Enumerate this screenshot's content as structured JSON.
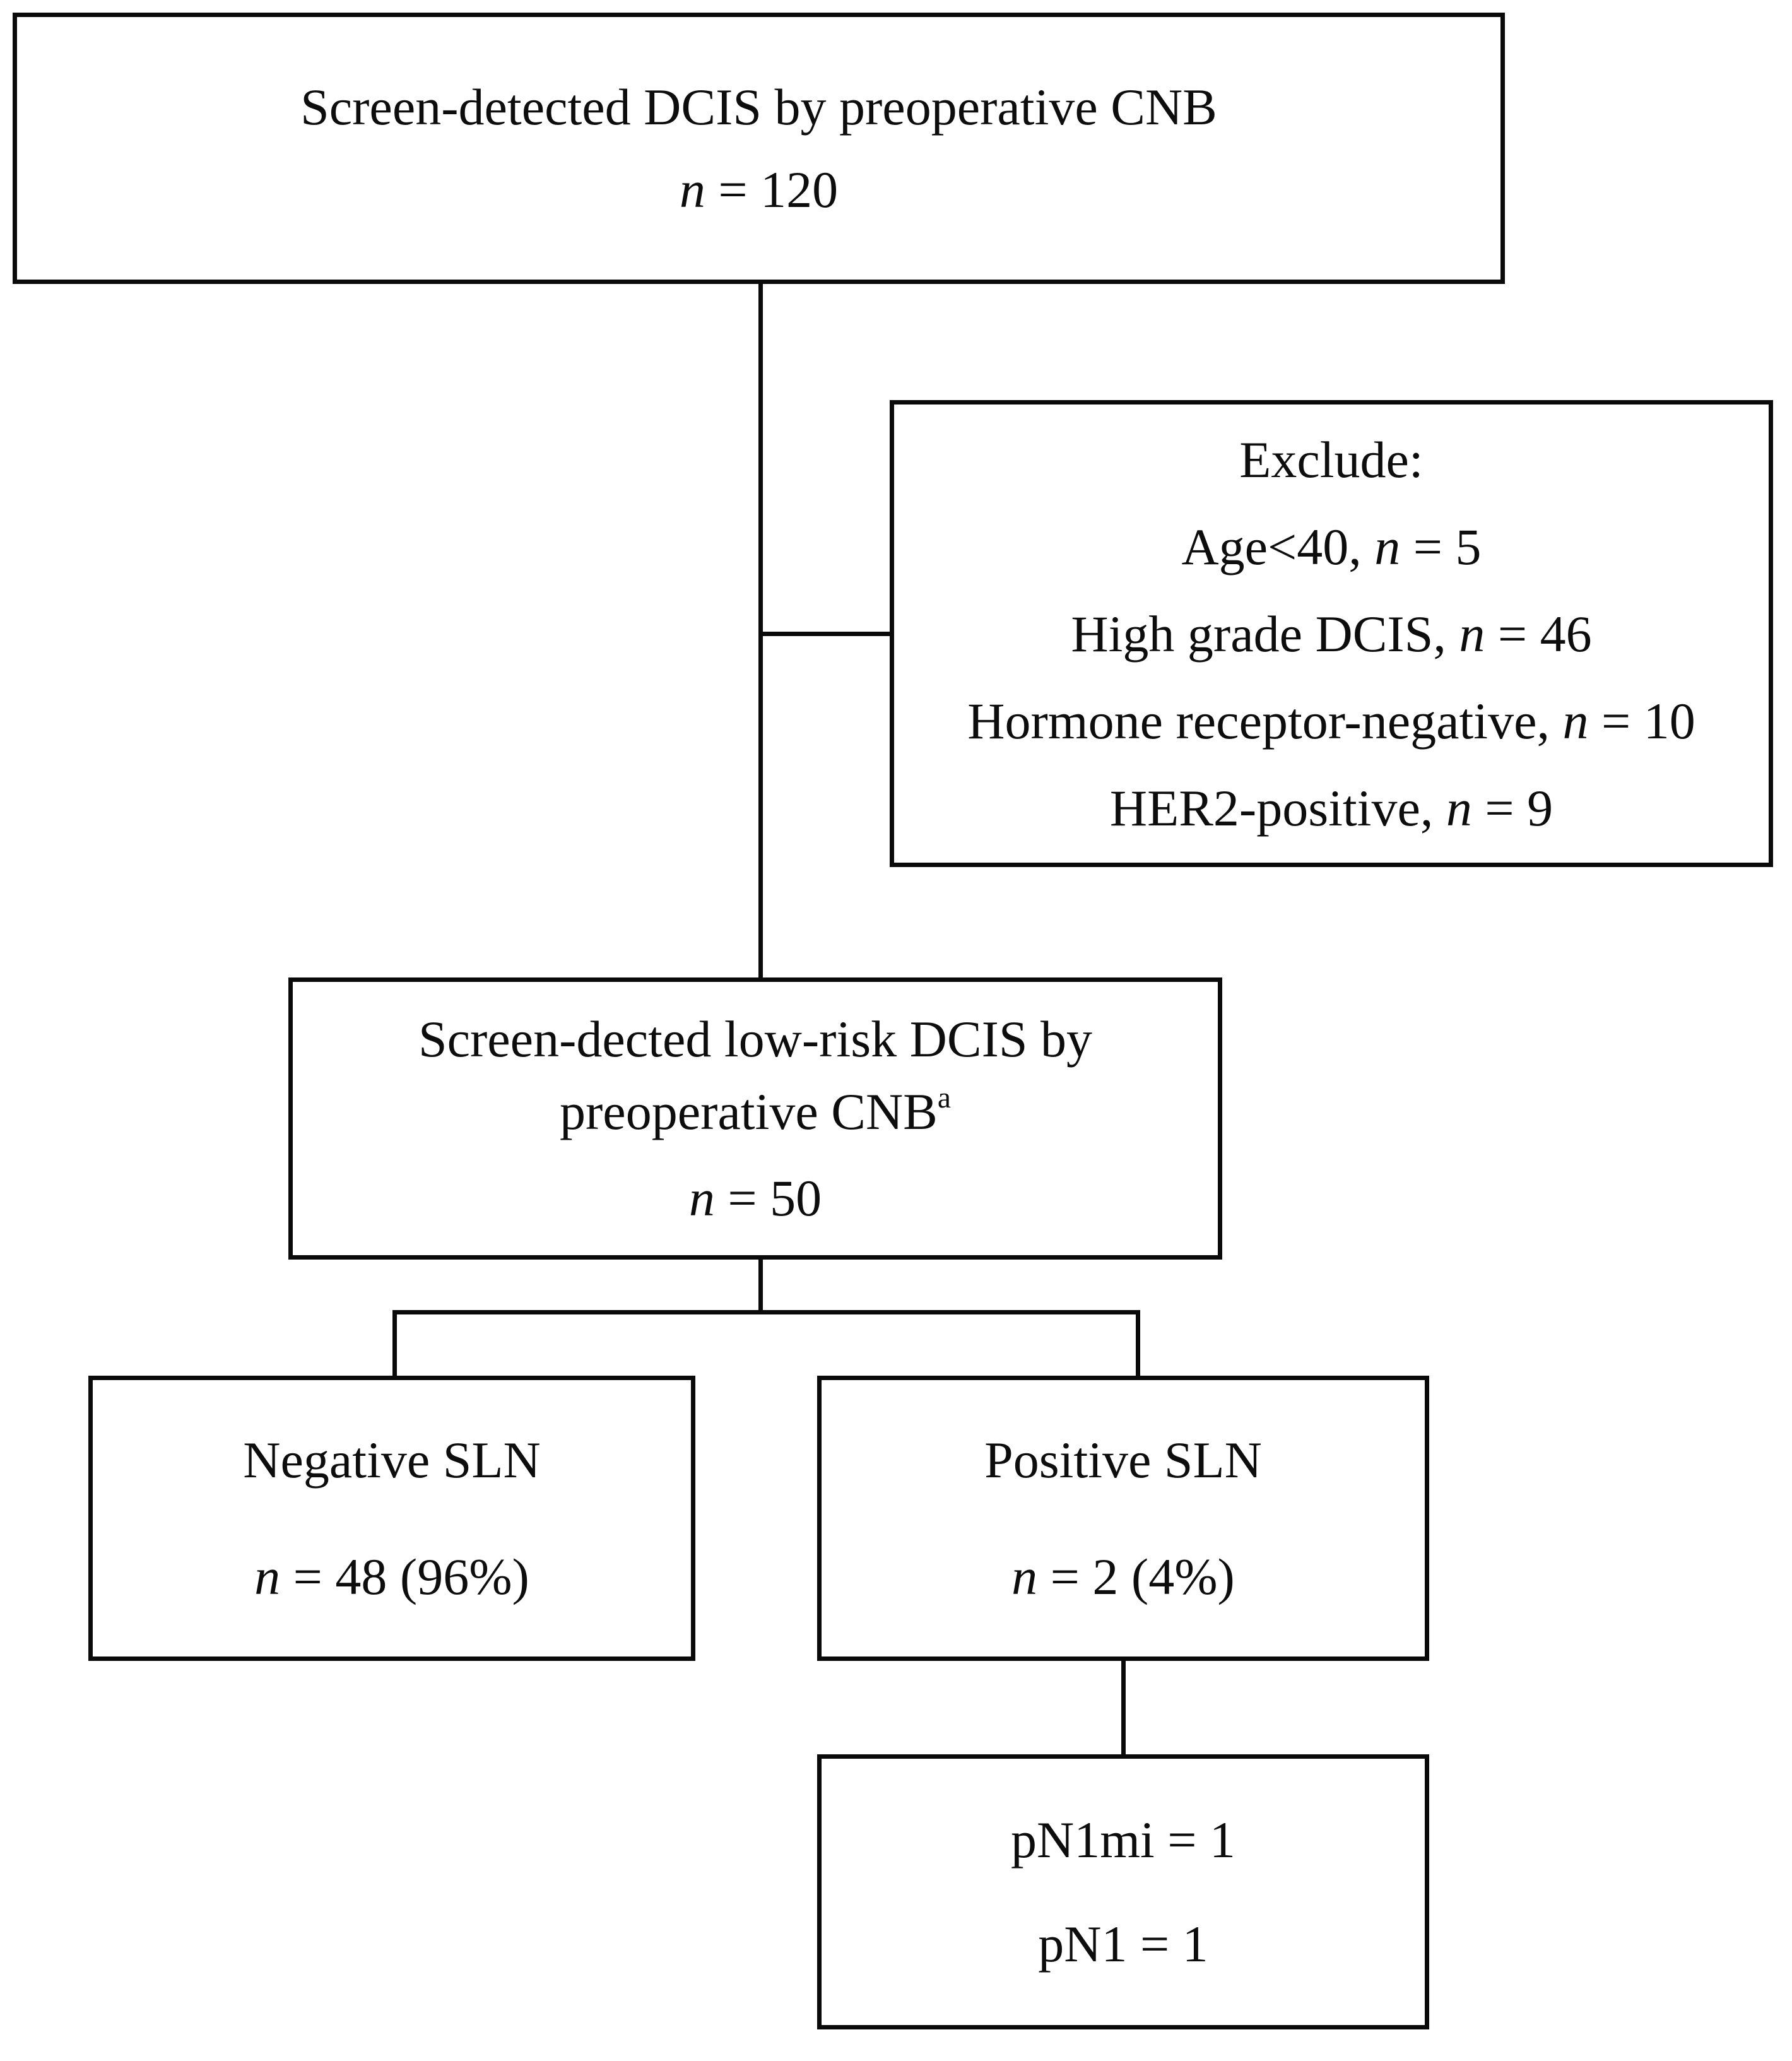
{
  "figure": {
    "type": "patient-flow-diagram",
    "background_color": "#ffffff",
    "line_color": "#0a0a0a",
    "text_color": "#0d0d0d"
  },
  "boxes": {
    "top": {
      "lines": [
        [
          {
            "t": "Screen-detected DCIS by preoperative CNB"
          }
        ],
        [
          {
            "t": "n",
            "i": true
          },
          {
            "t": " = 120"
          }
        ]
      ]
    },
    "exclude": {
      "lines": [
        [
          {
            "t": "Exclude:"
          }
        ],
        [
          {
            "t": "Age<40, "
          },
          {
            "t": "n",
            "i": true
          },
          {
            "t": " = 5"
          }
        ],
        [
          {
            "t": "High grade DCIS, "
          },
          {
            "t": "n",
            "i": true
          },
          {
            "t": " = 46"
          }
        ],
        [
          {
            "t": "Hormone receptor-negative, "
          },
          {
            "t": "n",
            "i": true
          },
          {
            "t": " = 10"
          }
        ],
        [
          {
            "t": "HER2-positive, "
          },
          {
            "t": "n",
            "i": true
          },
          {
            "t": " = 9"
          }
        ]
      ]
    },
    "lowrisk": {
      "lines": [
        [
          {
            "t": "Screen-dected low-risk DCIS by"
          }
        ],
        [
          {
            "t": "preoperative CNB"
          },
          {
            "t": "a",
            "sup": true
          }
        ],
        [
          {
            "t": "n",
            "i": true
          },
          {
            "t": " = 50"
          }
        ]
      ]
    },
    "negative": {
      "lines": [
        [
          {
            "t": "Negative SLN"
          }
        ],
        [
          {
            "t": "n",
            "i": true
          },
          {
            "t": " = 48 (96%)"
          }
        ]
      ]
    },
    "positive": {
      "lines": [
        [
          {
            "t": "Positive SLN"
          }
        ],
        [
          {
            "t": "n",
            "i": true
          },
          {
            "t": " = 2 (4%)"
          }
        ]
      ]
    },
    "pn": {
      "lines": [
        [
          {
            "t": "pN1mi = 1"
          }
        ],
        [
          {
            "t": "pN1 = 1"
          }
        ]
      ]
    }
  }
}
